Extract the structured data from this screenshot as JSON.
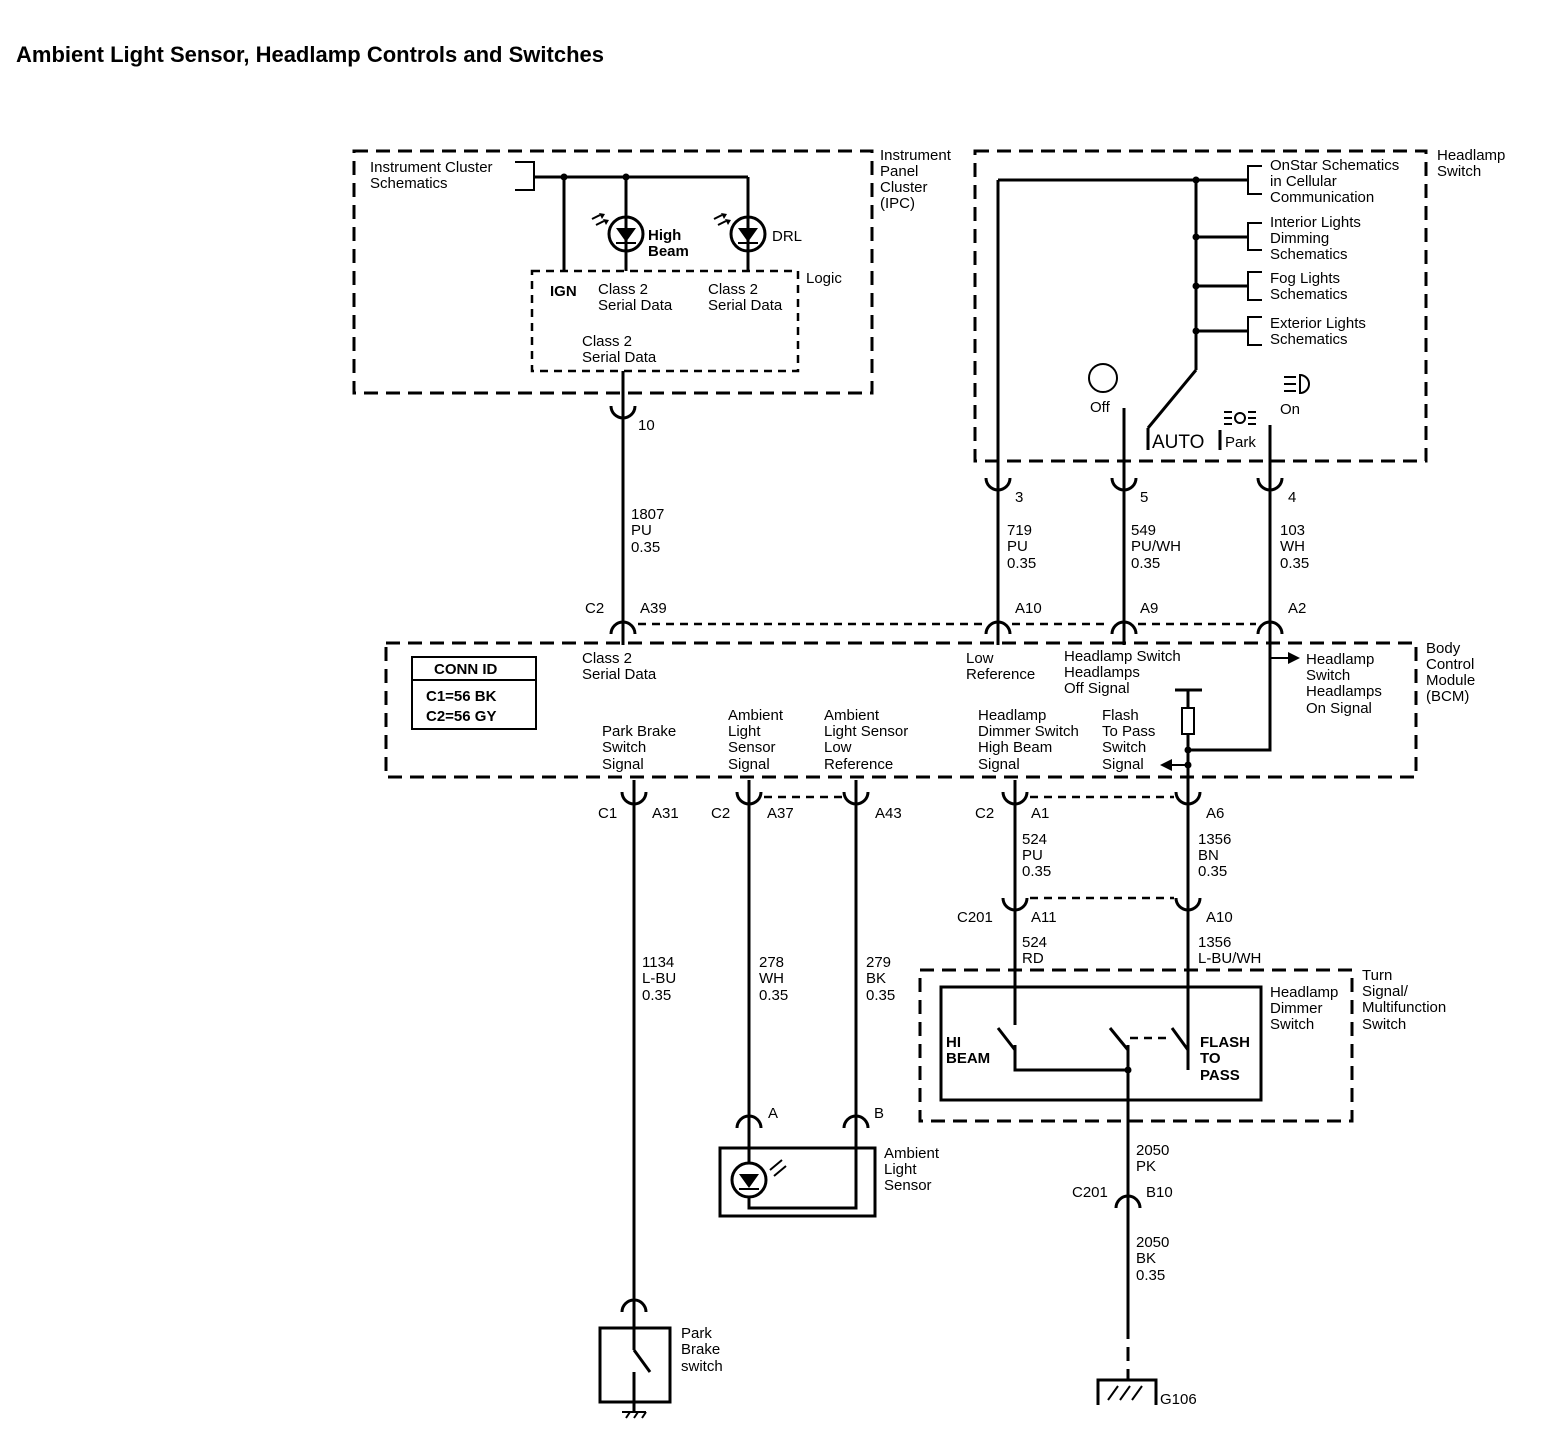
{
  "title": "Ambient Light Sensor, Headlamp Controls and Switches",
  "ipc": {
    "name": [
      "Instrument",
      "Panel",
      "Cluster",
      "(IPC)"
    ],
    "cluster_schematics": [
      "Instrument Cluster",
      "Schematics"
    ],
    "high_beam": [
      "High",
      "Beam"
    ],
    "drl": "DRL",
    "logic": "Logic",
    "ign": "IGN",
    "class2_a": [
      "Class 2",
      "Serial Data"
    ],
    "class2_b": [
      "Class 2",
      "Serial Data"
    ],
    "class2_c": [
      "Class 2",
      "Serial Data"
    ],
    "pin": "10"
  },
  "headlamp_switch": {
    "name": [
      "Headlamp",
      "Switch"
    ],
    "refs": [
      [
        "OnStar Schematics",
        "in Cellular",
        "Communication"
      ],
      [
        "Interior Lights",
        "Dimming",
        "Schematics"
      ],
      [
        "Fog Lights",
        "Schematics"
      ],
      [
        "Exterior Lights",
        "Schematics"
      ]
    ],
    "off": "Off",
    "auto": "AUTO",
    "park": "Park",
    "on": "On",
    "pins": [
      "3",
      "5",
      "4"
    ]
  },
  "wires_top": [
    {
      "circuit": "1807",
      "color": "PU",
      "gauge": "0.35"
    },
    {
      "circuit": "719",
      "color": "PU",
      "gauge": "0.35"
    },
    {
      "circuit": "549",
      "color": "PU/WH",
      "gauge": "0.35"
    },
    {
      "circuit": "103",
      "color": "WH",
      "gauge": "0.35"
    }
  ],
  "bcm": {
    "name": [
      "Body",
      "Control",
      "Module",
      "(BCM)"
    ],
    "conn_id": {
      "header": "CONN ID",
      "rows": [
        "C1=56 BK",
        "C2=56 GY"
      ]
    },
    "top_conn": {
      "c2": "C2",
      "a39": "A39",
      "a10": "A10",
      "a9": "A9",
      "a2": "A2"
    },
    "class2": [
      "Class 2",
      "Serial Data"
    ],
    "low_ref": [
      "Low",
      "Reference"
    ],
    "hs_off": [
      "Headlamp Switch",
      "Headlamps",
      "Off Signal"
    ],
    "hs_on": [
      "Headlamp",
      "Switch",
      "Headlamps",
      "On Signal"
    ],
    "park_brake": [
      "Park Brake",
      "Switch",
      "Signal"
    ],
    "als_signal": [
      "Ambient",
      "Light",
      "Sensor",
      "Signal"
    ],
    "als_low": [
      "Ambient",
      "Light Sensor",
      "Low",
      "Reference"
    ],
    "dimmer_hb": [
      "Headlamp",
      "Dimmer Switch",
      "High Beam",
      "Signal"
    ],
    "ftp": [
      "Flash",
      "To Pass",
      "Switch",
      "Signal"
    ],
    "bottom_conn": {
      "c1": "C1",
      "a31": "A31",
      "c2a": "C2",
      "a37": "A37",
      "a43": "A43",
      "c2b": "C2",
      "a1": "A1",
      "a6": "A6"
    }
  },
  "wires_bottom": [
    {
      "circuit": "1134",
      "color": "L-BU",
      "gauge": "0.35"
    },
    {
      "circuit": "278",
      "color": "WH",
      "gauge": "0.35"
    },
    {
      "circuit": "279",
      "color": "BK",
      "gauge": "0.35"
    },
    {
      "circuit": "524",
      "color": "PU",
      "gauge": "0.35"
    },
    {
      "circuit": "1356",
      "color": "BN",
      "gauge": "0.35"
    }
  ],
  "c201": {
    "name": "C201",
    "a11": "A11",
    "a10": "A10",
    "b10": "B10"
  },
  "wires_c201": [
    {
      "circuit": "524",
      "color": "RD"
    },
    {
      "circuit": "1356",
      "color": "L-BU/WH"
    }
  ],
  "turn_switch": {
    "name": [
      "Turn",
      "Signal/",
      "Multifunction",
      "Switch"
    ],
    "dimmer": [
      "Headlamp",
      "Dimmer",
      "Switch"
    ],
    "hi_beam": [
      "HI",
      "BEAM"
    ],
    "flash_to_pass": [
      "FLASH",
      "TO",
      "PASS"
    ]
  },
  "wire_2050_pk": {
    "circuit": "2050",
    "color": "PK"
  },
  "wire_2050_bk": {
    "circuit": "2050",
    "color": "BK",
    "gauge": "0.35"
  },
  "ground": "G106",
  "ambient_sensor": {
    "name": [
      "Ambient",
      "Light",
      "Sensor"
    ],
    "pin_a": "A",
    "pin_b": "B"
  },
  "park_brake_switch": {
    "name": [
      "Park",
      "Brake",
      "switch"
    ]
  }
}
